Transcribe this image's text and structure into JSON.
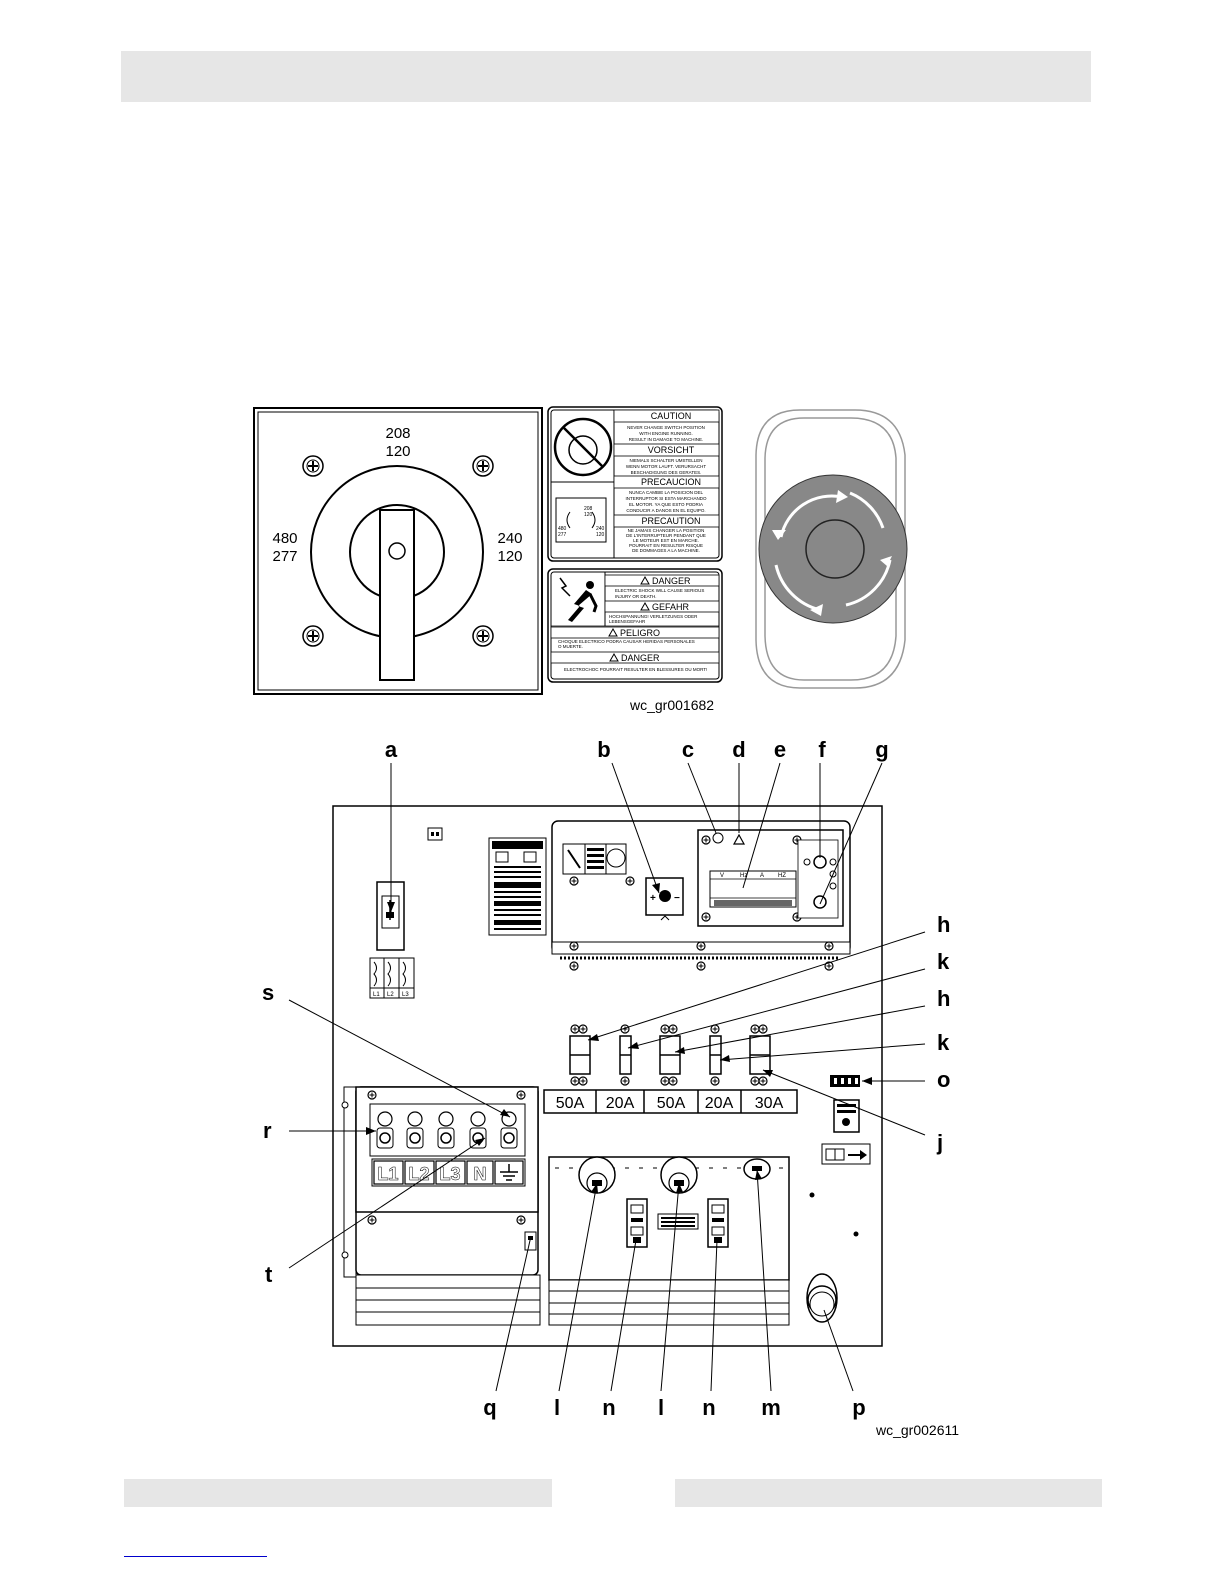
{
  "figure1": {
    "switch_positions": {
      "top": [
        "208",
        "120"
      ],
      "left": [
        "480",
        "277"
      ],
      "right": [
        "240",
        "120"
      ]
    },
    "caution_label": {
      "headings": [
        "CAUTION",
        "VORSICHT",
        "PRECAUCION",
        "PRECAUTION"
      ],
      "texts": [
        [
          "NEVER CHANGE SWITCH POSITION",
          "WITH ENGINE RUNNING.",
          "RESULT IN DAMAGE TO MACHINE."
        ],
        [
          "NIEMALS SCHALTER UMSTELLEN",
          "WENN MOTOR LAUFT. VERURSACHT",
          "BESCHADIGUNG DES GERATES."
        ],
        [
          "NUNCA CAMBIE LA POSICION DEL",
          "INTERRUPTOR SI ESTA MARCHANDO",
          "EL MOTOR. YA QUE ESTO PODRIA",
          "CONDUCIR A DANOS EN EL EQUIPO."
        ],
        [
          "NE JAMAIS CHANGER LA POSITION",
          "DE L'INTERRUPTEUR PENDANT QUE",
          "LE MOTEUR EST EN MARCHE.",
          "POURRAIT EN RESULTER RISQUE",
          "DE DOMMAGES A LA MACHINE."
        ]
      ],
      "mini_positions": [
        "208",
        "120",
        "480",
        "277",
        "240",
        "120"
      ]
    },
    "danger_label": {
      "headings": [
        "DANGER",
        "GEFAHR",
        "PELIGRO",
        "DANGER"
      ],
      "texts": [
        [
          "ELECTRIC SHOCK WILL CAUSE SERIOUS",
          "INJURY OR DEATH."
        ],
        [
          "HOCHSPANNUNG! VERLETZUNGS ODER",
          "LEBENSGEFAHR"
        ],
        [
          "CHOQUE ELECTRICO PODRA CAUSAR HERIDAS PERSONALES",
          "O MUERTE."
        ],
        [
          "ELECTROCHOC POURRAIT RESULTER EN BLESSURES OU MORT!"
        ]
      ]
    },
    "caption": "wc_gr001682"
  },
  "figure2": {
    "callouts_top": [
      "a",
      "b",
      "c",
      "d",
      "e",
      "f",
      "g"
    ],
    "callouts_right": [
      "h",
      "k",
      "h",
      "k",
      "o",
      "j"
    ],
    "callouts_left": [
      "s",
      "r",
      "t"
    ],
    "callouts_bottom": [
      "q",
      "l",
      "n",
      "l",
      "n",
      "m",
      "p"
    ],
    "breaker_ratings": [
      "50A",
      "20A",
      "50A",
      "20A",
      "30A"
    ],
    "terminal_labels": [
      "L1",
      "L2",
      "L3",
      "N"
    ],
    "meter_headers": [
      "V",
      "Hz",
      "A",
      "HZ"
    ],
    "phase_labels": [
      "L1",
      "L2",
      "L3"
    ],
    "caption": "wc_gr002611"
  }
}
